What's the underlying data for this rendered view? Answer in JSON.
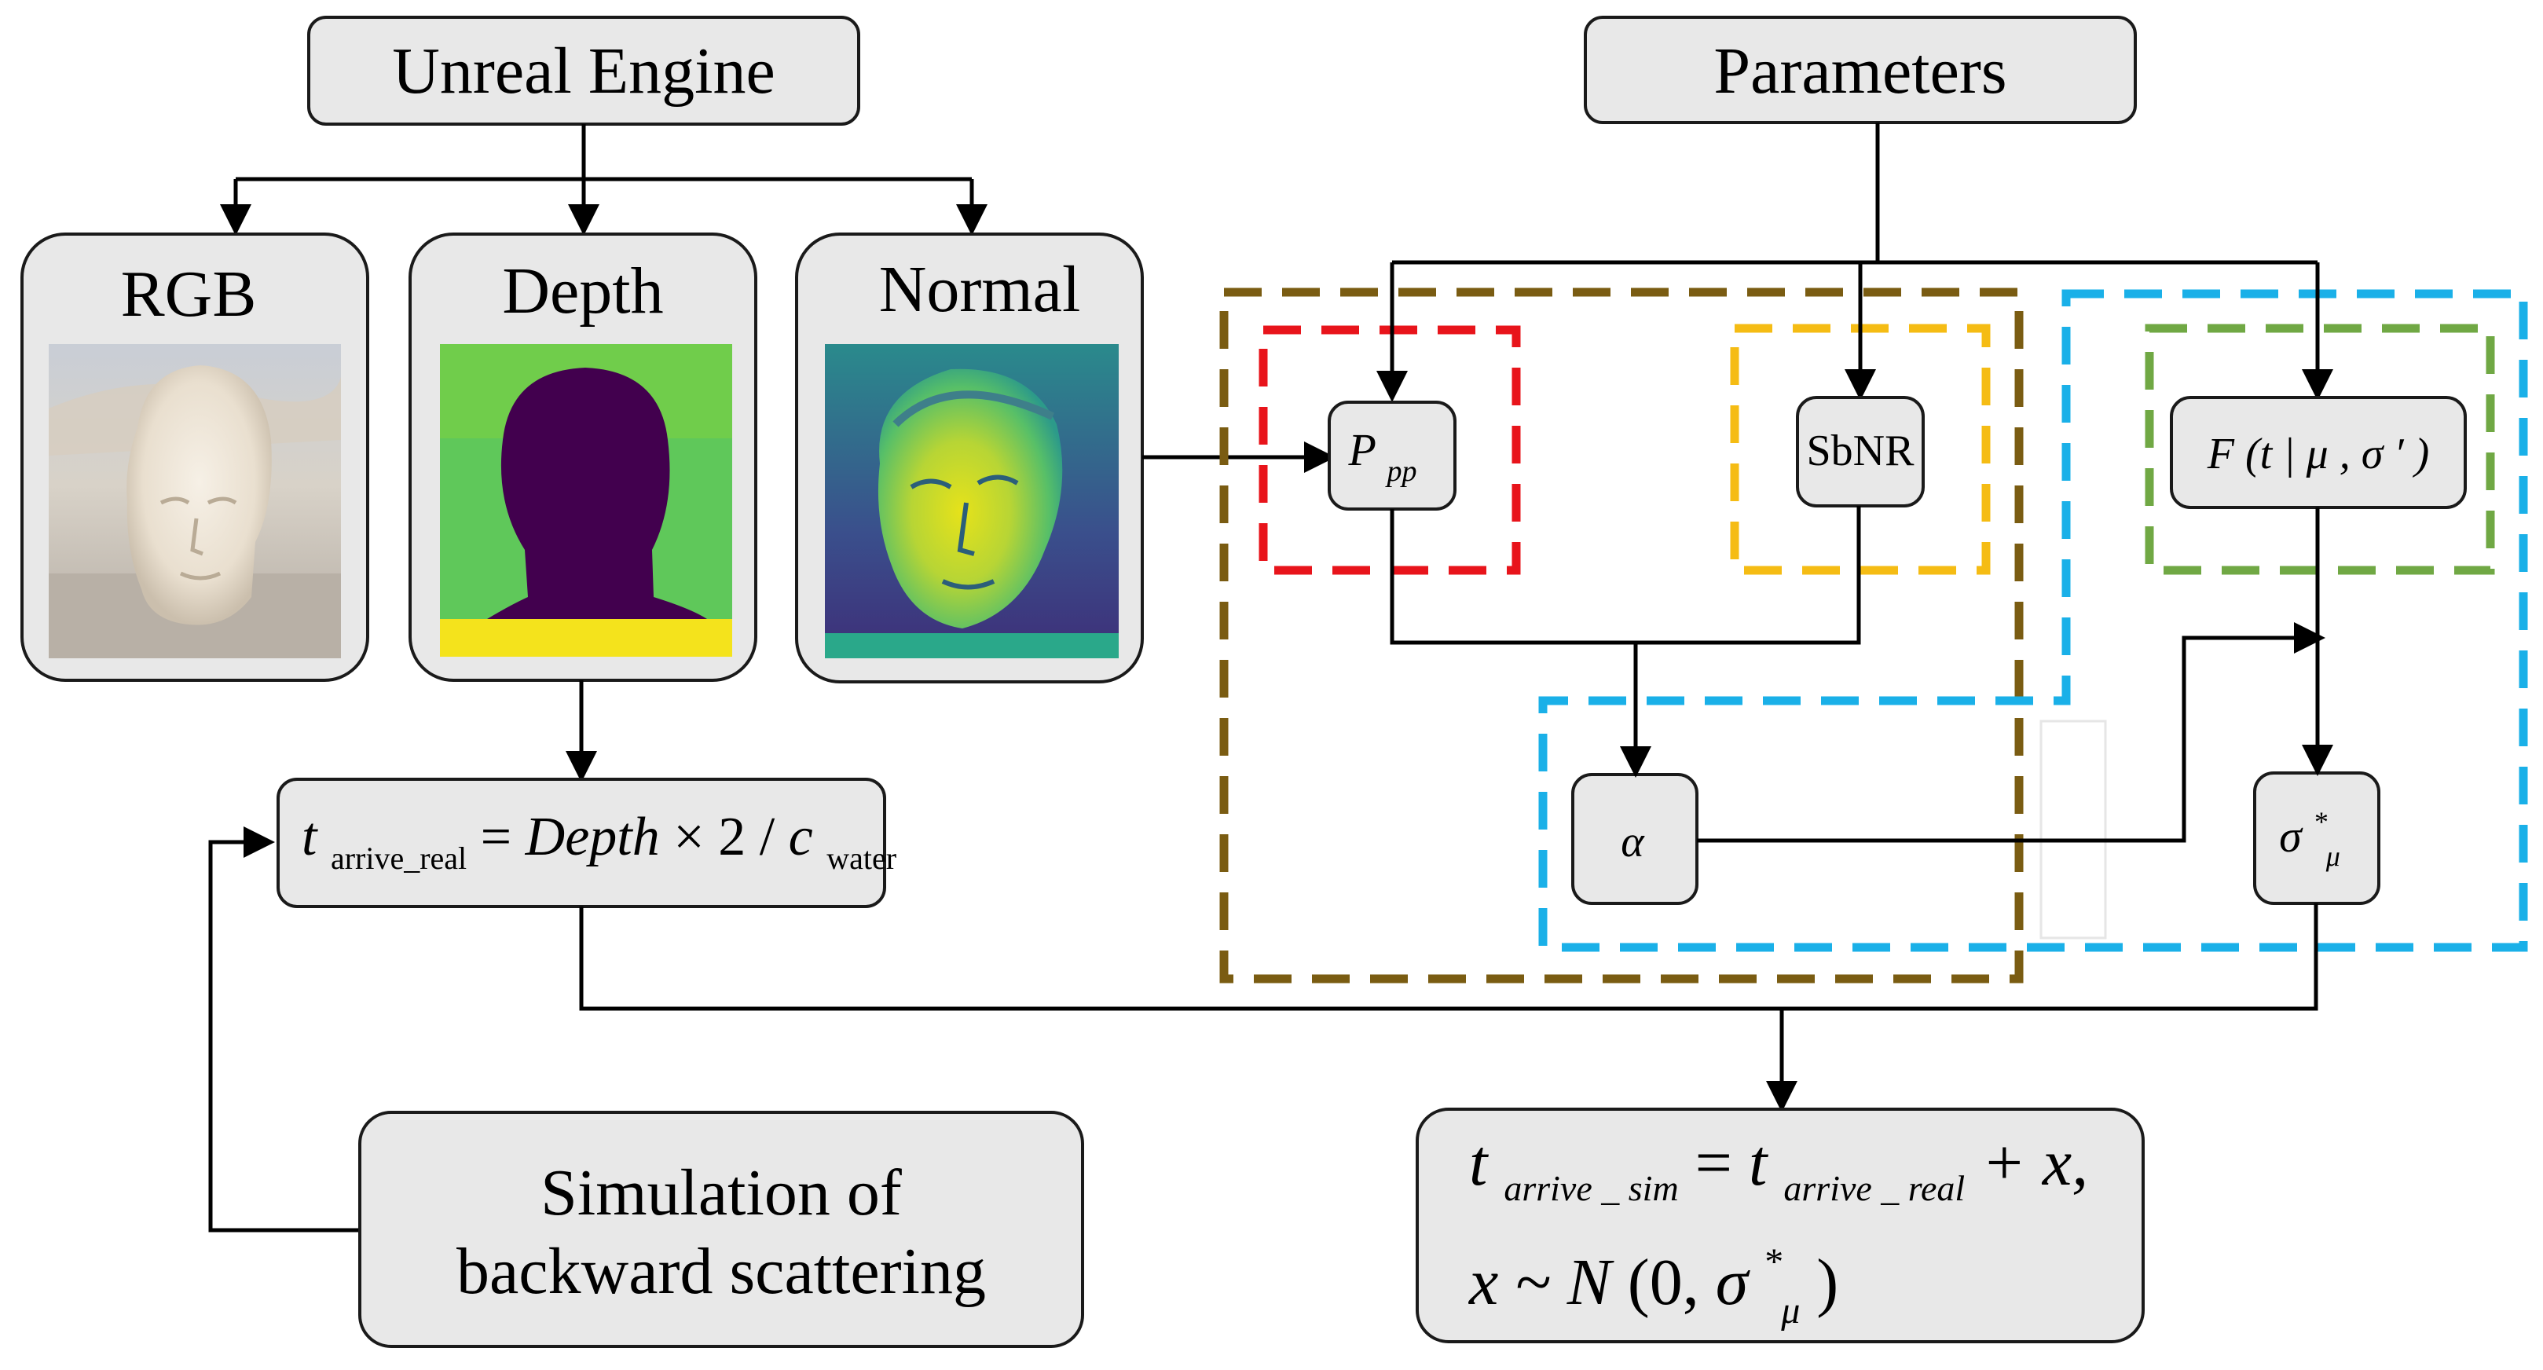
{
  "top_boxes": {
    "unreal_engine": "Unreal Engine",
    "parameters": "Parameters"
  },
  "modalities": {
    "rgb": "RGB",
    "depth": "Depth",
    "normal": "Normal"
  },
  "nodes": {
    "ppp_main": "P",
    "ppp_sub": "pp",
    "sbnr": "SbNR",
    "f_dist": "F (t | μ , σ ′ )",
    "alpha": "α",
    "sigma_main": "σ",
    "sigma_sup": "*",
    "sigma_sub": "μ"
  },
  "equations": {
    "t_real": {
      "t": "t",
      "sub": "arrive_real",
      "rhs_a": " = ",
      "rhs_b": "Depth",
      "rhs_c": " × 2 / ",
      "rhs_d": "c",
      "rhs_sub": "water"
    },
    "t_sim_line1": {
      "t1": "t",
      "sub1": "arrive _ sim",
      "eq": " = ",
      "t2": "t",
      "sub2": "arrive _ real",
      "tail": " + x,"
    },
    "t_sim_line2": {
      "a": "x ~ ",
      "b": "N",
      "c": "(0,",
      "d": "σ",
      "sup": "*",
      "sub": "μ",
      "e": ")"
    }
  },
  "simulation_box": {
    "line1": "Simulation of",
    "line2": "backward scattering"
  },
  "colors": {
    "box_fill": "#e8e8e8",
    "brown_dash": "#7a5c12",
    "red_dash": "#e8141b",
    "yellow_dash": "#f5bc14",
    "blue_dash": "#1ab0e8",
    "green_dash": "#70a844"
  }
}
